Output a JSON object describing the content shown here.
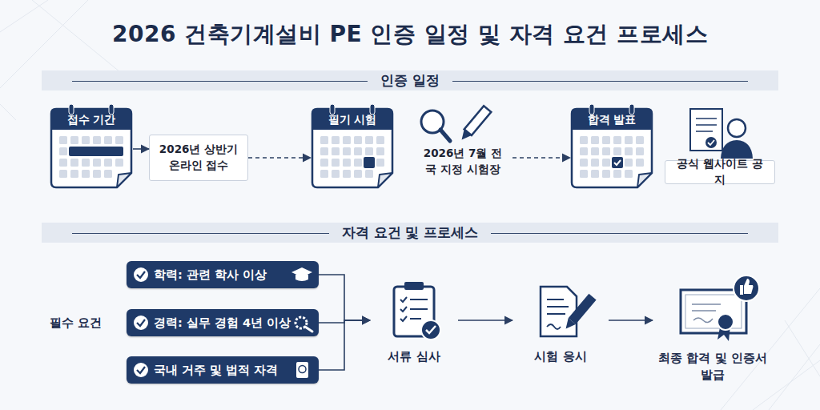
{
  "diagram": {
    "title": "2026 건축기계설비 PE 인증 일정 및 자격 요건 프로세스",
    "nodes": [
      {
        "text": [
          "인증 일정"
        ]
      },
      {
        "text": [
          "접수 기간"
        ]
      },
      {
        "text": [
          "2026년 상반기 온라인 접수"
        ]
      },
      {
        "text": [
          "필기 시험"
        ]
      },
      {
        "text": [
          "2026년 7월 전국 지정 시험장"
        ]
      },
      {
        "text": [
          "합격 발표"
        ]
      },
      {
        "text": [
          "공식 웹사이트 공지"
        ]
      },
      {
        "text": [
          "자격 요건 및 프로세스"
        ]
      },
      {
        "text": [
          "학력: 관련 학사 이상"
        ]
      },
      {
        "text": [
          "경력: 실무 경험 4년 이상"
        ]
      },
      {
        "text": [
          "국내 거주 및 법적 자격"
        ]
      },
      {
        "text": [
          "서류 심사"
        ]
      },
      {
        "text": [
          "시험 응시"
        ]
      },
      {
        "text": [
          "최종 합격 및 인증서 발급"
        ]
      }
    ],
    "edges": [
      {
        "from": 1,
        "to": 2,
        "arrow": "to"
      },
      {
        "from": 2,
        "to": 3,
        "arrow": "to"
      },
      {
        "from": 4,
        "to": 5,
        "arrow": "to"
      },
      {
        "from": 8,
        "to": 11,
        "arrow": "to"
      },
      {
        "from": 9,
        "to": 11,
        "arrow": "to"
      },
      {
        "from": 10,
        "to": 11,
        "arrow": "to"
      },
      {
        "from": 11,
        "to": 12,
        "arrow": "to"
      },
      {
        "from": 12,
        "to": 13,
        "arrow": "to"
      }
    ],
    "labels": [
      "필수 요건"
    ]
  }
}
